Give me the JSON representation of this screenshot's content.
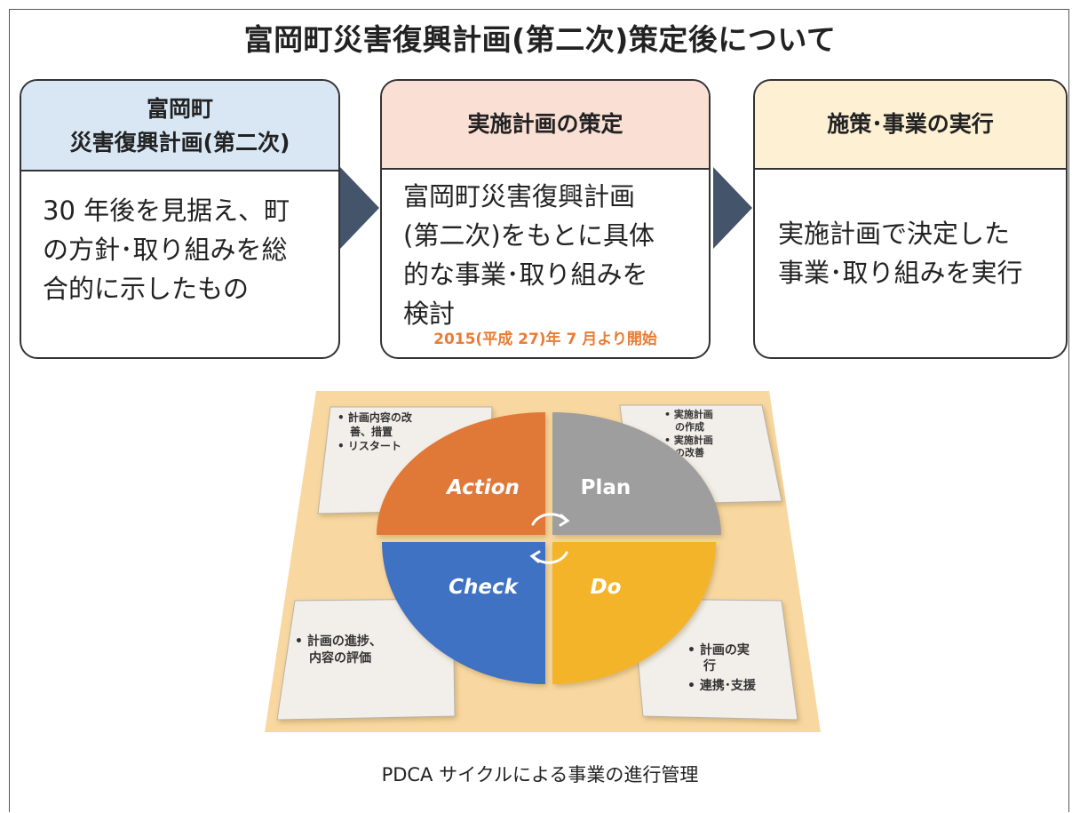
{
  "title": "富岡町災害復興計画(第二次)策定後について",
  "steps": [
    {
      "header_lines": [
        "富岡町",
        "災害復興計画(第二次)"
      ],
      "body_lines": [
        "30 年後を見据え、町",
        "の方針･取り組みを総",
        "合的に示したもの"
      ],
      "color": "#d9e7f5"
    },
    {
      "header_lines": [
        "実施計画の策定"
      ],
      "body_lines": [
        "富岡町災害復興計画",
        "(第二次)をもとに具体",
        "的な事業･取り組みを",
        "検討"
      ],
      "note": "2015(平成 27)年 7 月より開始",
      "color": "#fadfd4"
    },
    {
      "header_lines": [
        "施策･事業の実行"
      ],
      "body_lines": [
        "実施計画で決定した",
        "事業･取り組みを実行"
      ],
      "color": "#fdf0d3"
    }
  ],
  "arrow_color": "#44546a",
  "pdca": {
    "background_color": "#f8d8a0",
    "quadrants": {
      "action": {
        "label": "Action",
        "color": "#e07838"
      },
      "plan": {
        "label": "Plan",
        "color": "#9e9e9e"
      },
      "check": {
        "label": "Check",
        "color": "#3f72c4"
      },
      "do": {
        "label": "Do",
        "color": "#f4b42a"
      }
    },
    "notes": {
      "action": [
        "• 計画内容の改",
        "善、措置",
        "• リスタート"
      ],
      "plan": [
        "• 実施計画",
        "の作成",
        "• 実施計画",
        "の改善"
      ],
      "check": [
        "• 計画の進捗、",
        "内容の評価"
      ],
      "do": [
        "• 計画の実",
        "行",
        "• 連携･支援"
      ]
    }
  },
  "caption": "PDCA サイクルによる事業の進行管理"
}
